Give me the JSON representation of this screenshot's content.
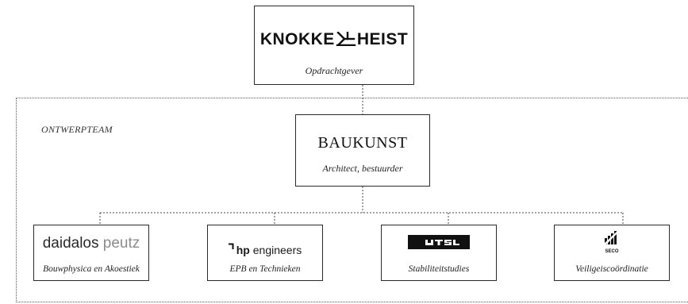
{
  "client": {
    "logo_left": "KNOKKE",
    "logo_right": "HEIST",
    "role": "Opdrachtgever"
  },
  "team": {
    "label": "ONTWERPTEAM"
  },
  "architect": {
    "name": "BAUKUNST",
    "role": "Architect, bestuurder"
  },
  "partners": [
    {
      "logo_a": "daidalos",
      "logo_b": "peutz",
      "role": "Bouwphysica en Akoestiek"
    },
    {
      "logo_bold": "hp",
      "logo_rest": " engineers",
      "role": "EPB en Technieken"
    },
    {
      "logo_name": "utsl-logo",
      "role": "Stabiliteitstudies"
    },
    {
      "logo_text": "SECO",
      "role": "Veiligeiscoördinatie"
    }
  ]
}
